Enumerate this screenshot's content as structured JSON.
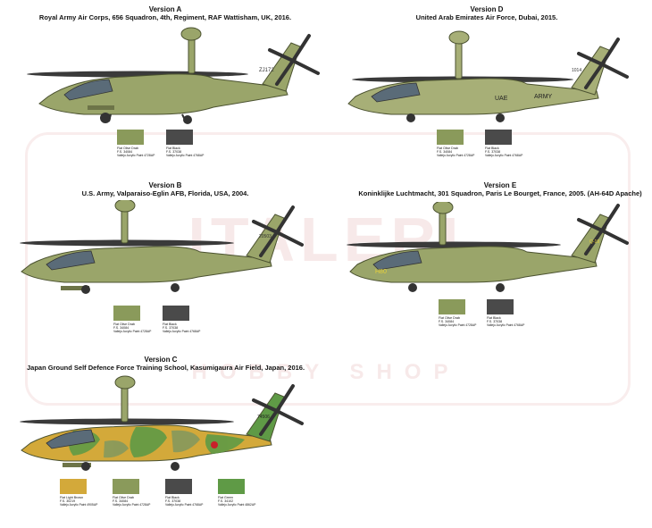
{
  "watermark": {
    "text": "ITALERI",
    "shop": "HOBBY SHOP"
  },
  "versions": [
    {
      "id": "A",
      "title": "Version A",
      "description": "Royal Army Air Corps, 656 Squadron, 4th, Regiment, RAF Wattisham, UK, 2016.",
      "markings": [
        "ZJ172"
      ]
    },
    {
      "id": "D",
      "title": "Version D",
      "description": "United Arab Emirates Air Force, Dubai, 2015.",
      "markings": [
        "UAE",
        "ARMY",
        "1014"
      ]
    },
    {
      "id": "B",
      "title": "Version B",
      "description": "U.S. Army, Valparaiso-Eglin AFB, Florida, USA, 2004.",
      "markings": [
        "20503"
      ]
    },
    {
      "id": "E",
      "title": "Version E",
      "description": "Koninklijke Luchtmacht, 301 Squadron, Paris Le Bourget, France, 2005. (AH-64D Apache)",
      "markings": [
        "Q-19",
        "H80"
      ]
    },
    {
      "id": "C",
      "title": "Version C",
      "description": "Japan Ground Self Defence Force Training School, Kasumigaura Air Field, Japan, 2016.",
      "markings": [
        "74506"
      ]
    }
  ],
  "colors": {
    "olive": {
      "name": "Flat Olive Drab",
      "fs": "F.S. 34084",
      "code": "Vallejo Acrylic Paint 4728AP",
      "hex": "#8a9a5b"
    },
    "black": {
      "name": "Flat Black",
      "fs": "F.S. 37038",
      "code": "Vallejo Acrylic Paint 4768AP",
      "hex": "#4a4a4a"
    },
    "brown": {
      "name": "Flat Light Brown",
      "fs": "F.S. 30219",
      "code": "Vallejo Acrylic Paint 4905AP",
      "hex": "#d3a93a"
    },
    "green": {
      "name": "Flat Green",
      "fs": "F.S. 34102",
      "code": "Vallejo Acrylic Paint 4862AP",
      "hex": "#5f9a46"
    }
  }
}
